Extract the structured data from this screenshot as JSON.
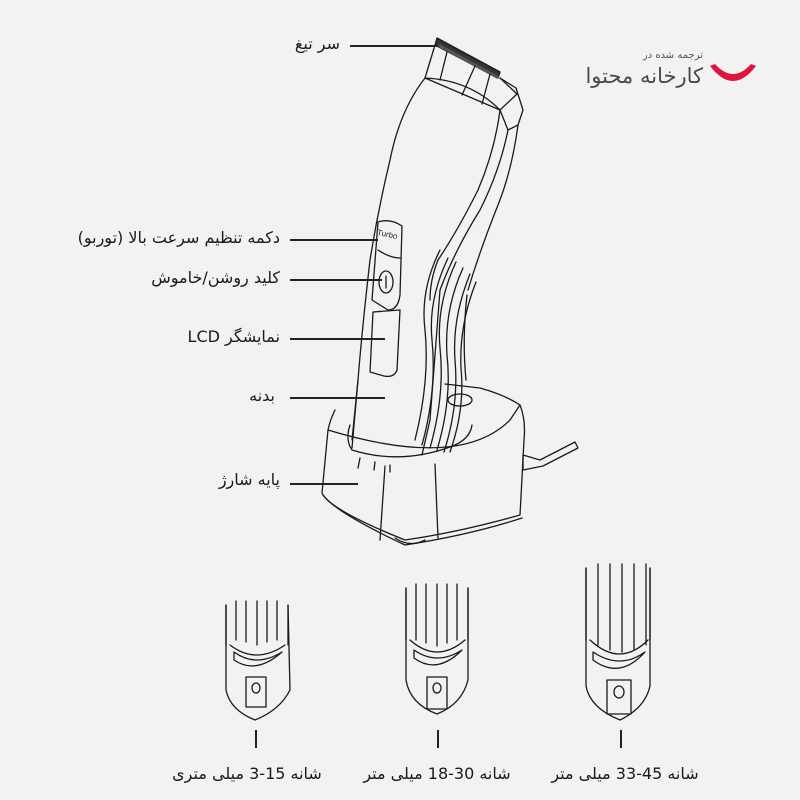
{
  "logo": {
    "subtitle": "ترجمه شده در",
    "title": "کارخانه محتوا",
    "accent_color": "#e0143c",
    "icon": "smile-arc-icon"
  },
  "diagram": {
    "background_color": "#f2f2f2",
    "line_color": "#1a1a1a",
    "product": "hair-clipper-with-charging-base",
    "labels": [
      {
        "id": "blade-head",
        "text": "سر تیغ"
      },
      {
        "id": "turbo-button",
        "text": "دکمه تنظیم سرعت بالا (توربو)"
      },
      {
        "id": "power-switch",
        "text": "کلید روشن/خاموش"
      },
      {
        "id": "lcd-display",
        "text": "نمایشگر LCD"
      },
      {
        "id": "body",
        "text": "بدنه"
      },
      {
        "id": "charging-base",
        "text": "پایه شارژ"
      }
    ],
    "turbo_marking": "Turbo",
    "combs": [
      {
        "id": "comb-small",
        "text": "شانه 15-3 میلی متری"
      },
      {
        "id": "comb-medium",
        "text": "شانه 30-18 میلی متر"
      },
      {
        "id": "comb-large",
        "text": "شانه 45-33 میلی متر"
      }
    ]
  }
}
